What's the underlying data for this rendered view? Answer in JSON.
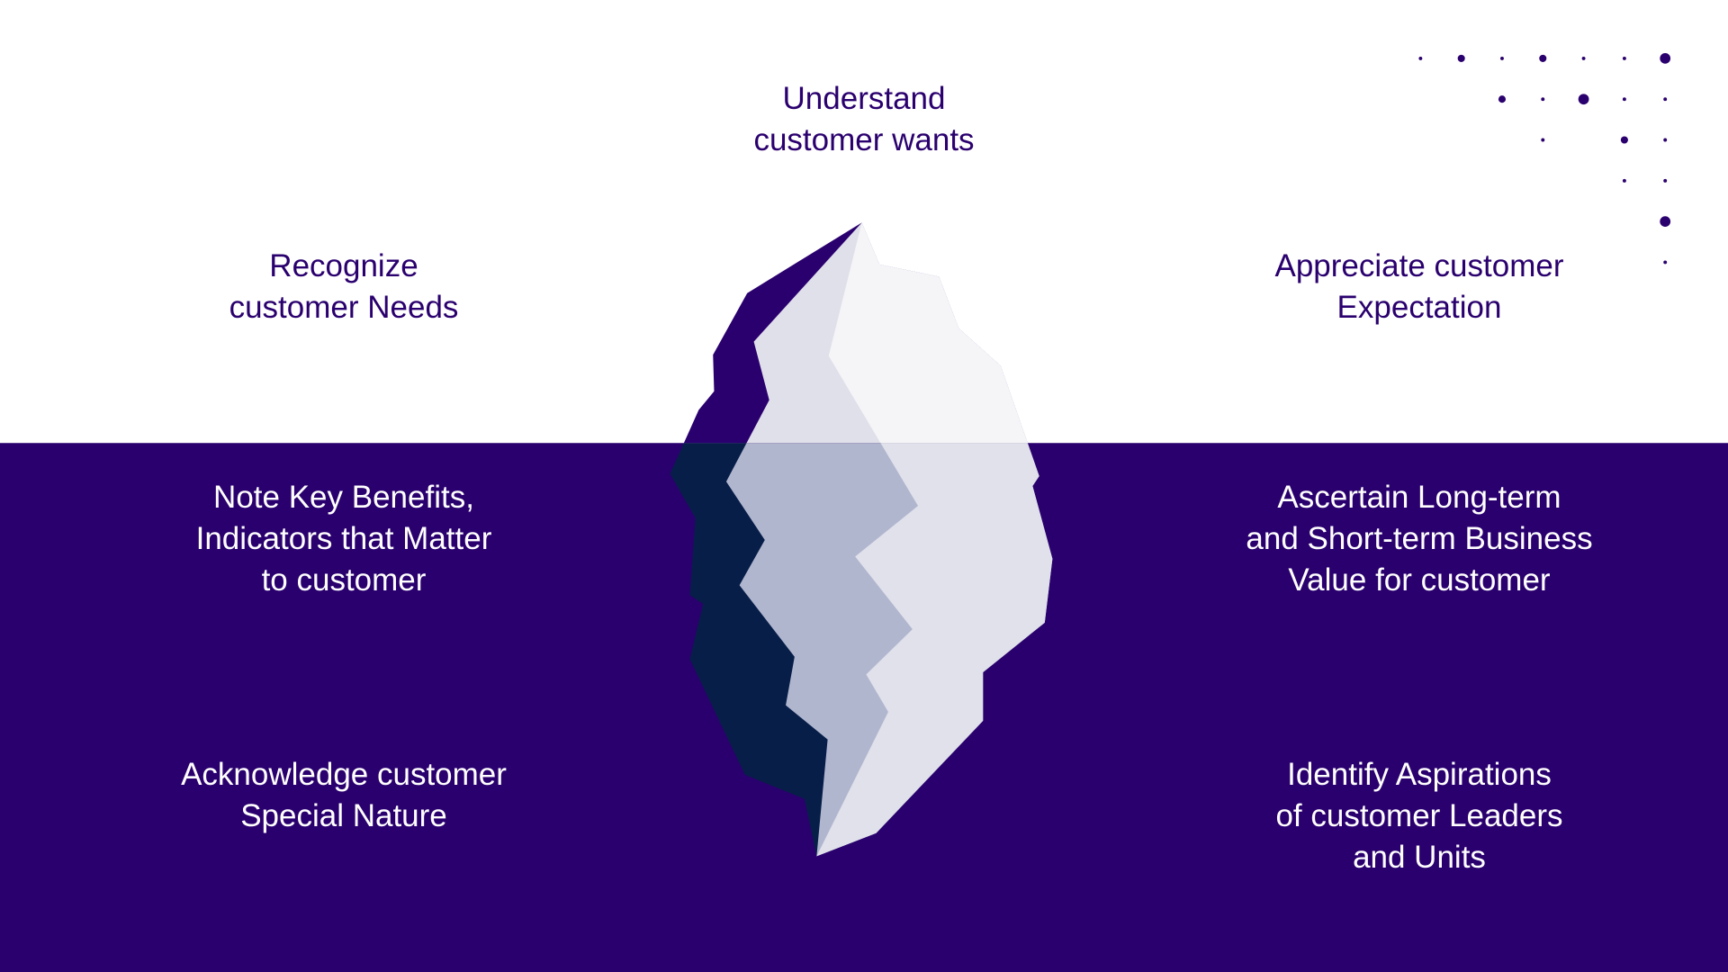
{
  "colors": {
    "primary": "#2a006e",
    "deep": "#071e48",
    "ice_light_above": "#f5f5f8",
    "ice_mid_above": "#e0e0ea",
    "ice_mid_below": "#b1b6cf",
    "ice_light_below": "#e0e1eb"
  },
  "above_water": {
    "center": [
      "Understand",
      "customer wants"
    ],
    "left": [
      "Recognize",
      "customer Needs"
    ],
    "right": [
      "Appreciate customer",
      "Expectation"
    ]
  },
  "below_water": {
    "left_upper": [
      "Note Key Benefits,",
      "Indicators that Matter",
      "to customer"
    ],
    "left_lower": [
      "Acknowledge customer",
      "Special Nature"
    ],
    "right_upper": [
      "Ascertain Long-term",
      "and Short-term Business",
      "Value for customer"
    ],
    "right_lower": [
      "Identify Aspirations",
      "of customer Leaders",
      "and Units"
    ]
  }
}
